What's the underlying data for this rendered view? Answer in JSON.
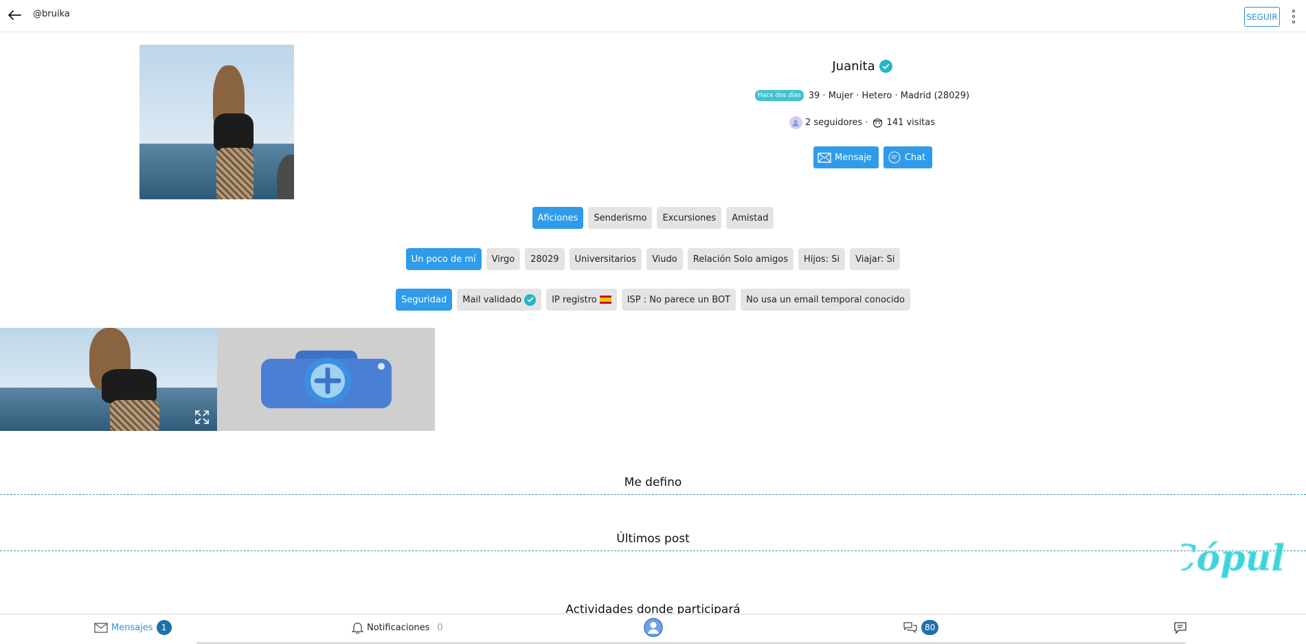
{
  "header": {
    "username": "@bruika",
    "follow_label": "SEGUIR"
  },
  "profile": {
    "name": "Juanita",
    "last_seen": "Hace dos días",
    "details": "39 · Mujer · Hetero · Madrid (28029)",
    "followers": "2 seguidores ·",
    "visits": "141 visitas",
    "message_label": "Mensaje",
    "chat_label": "Chat"
  },
  "hobbies": [
    "Aficiones",
    "Senderismo",
    "Excursiones",
    "Amistad"
  ],
  "about": [
    "Un poco de mí",
    "Virgo",
    "28029",
    "Universitarios",
    "Viudo",
    "Relación Solo amigos",
    "Hijos: Si",
    "Viajar: Si"
  ],
  "security": [
    "Seguridad",
    "Mail validado",
    "IP registro",
    "ISP : No parece un BOT",
    "No usa un email temporal conocido"
  ],
  "sections": {
    "me_defino": "Me defino",
    "ultimos_post": "Últimos post",
    "actividades": "Actividades donde participará"
  },
  "logo_text": "Cópuli",
  "bottom_bar": {
    "messages_label": "Mensajes",
    "messages_count": "1",
    "notifications_label": "Notificaciones",
    "notifications_count": "0",
    "chat_count": "80"
  },
  "colors": {
    "primary": "#2f9bea",
    "teal": "#23b6c9",
    "badge": "#1d71a8",
    "logo": "#3ed3d8"
  }
}
